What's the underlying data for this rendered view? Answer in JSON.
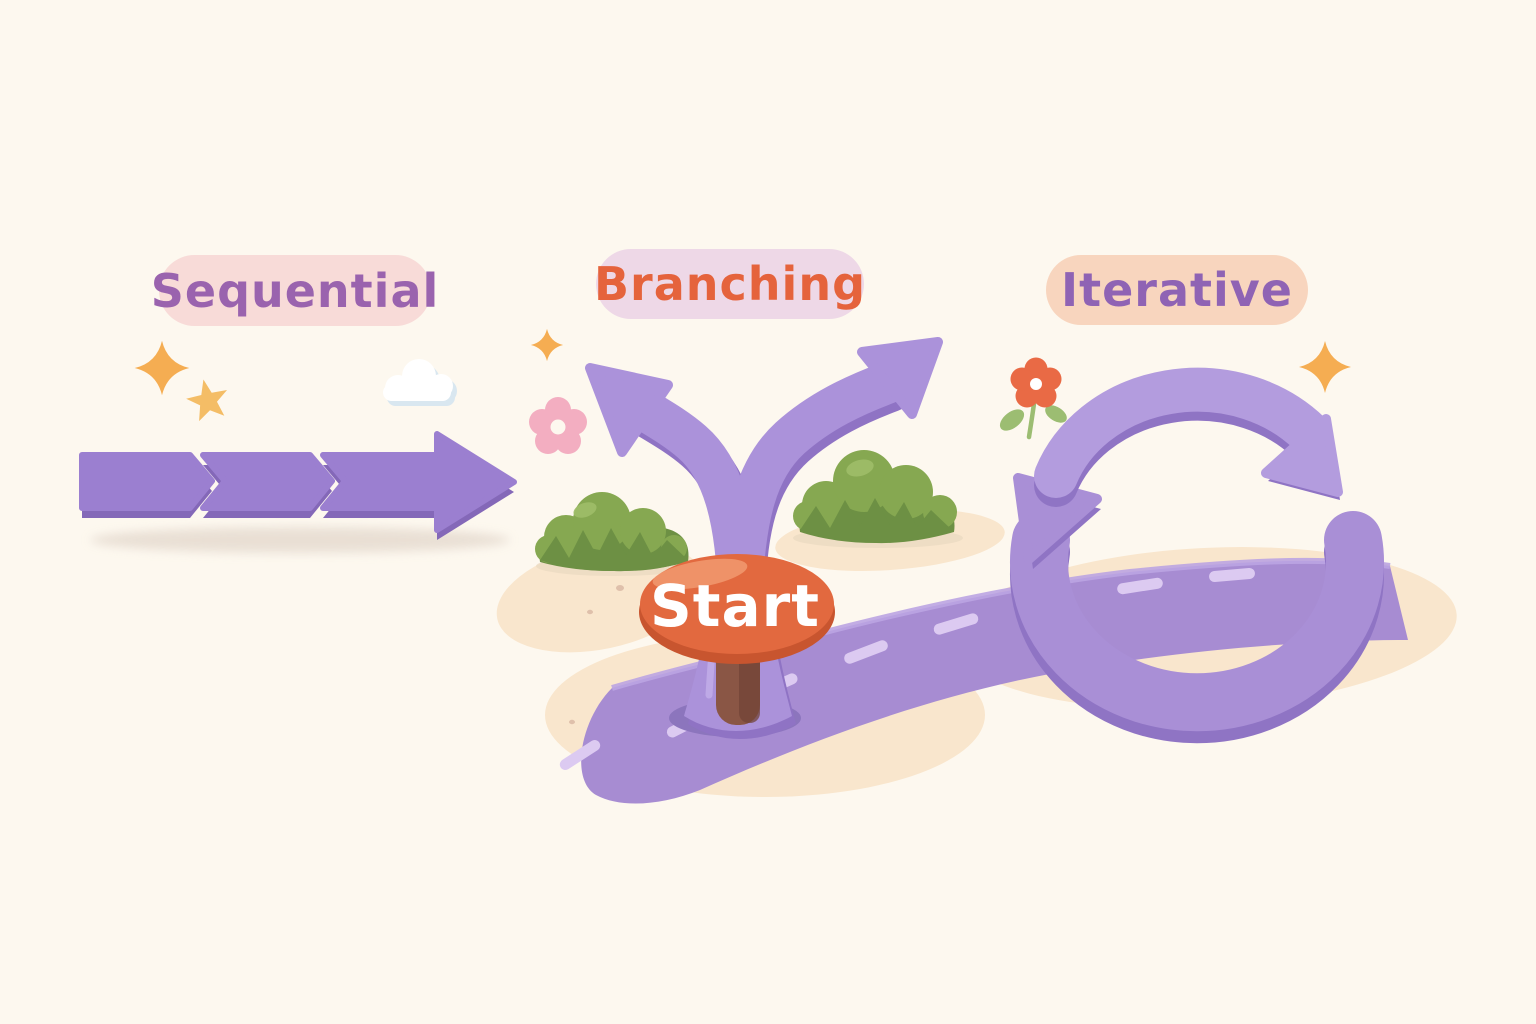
{
  "scene": {
    "title_labels": {
      "sequential": {
        "text": "Sequential",
        "pill_color": "#f8dbd8",
        "text_color": "#9a63ae"
      },
      "branching": {
        "text": "Branching",
        "pill_color": "#eed8e7",
        "text_color": "#e5633c"
      },
      "iterative": {
        "text": "Iterative",
        "pill_color": "#f8d5be",
        "text_color": "#8f63b4"
      }
    },
    "start_sign": {
      "text": "Start",
      "text_color": "#ffffff",
      "sign_color": "#e2693f",
      "sign_rim_color": "#c8552f",
      "sign_highlight": "#f19a70",
      "post_color": "#8a5645",
      "post_shade": "#714437"
    },
    "palette": {
      "background": "#fdf8ef",
      "sequential_arrow": "#9b7fd0",
      "sequential_arrow_edge": "#8468b8",
      "branch_path": "#ab92da",
      "branch_path_edge": "#8f73c4",
      "branch_path_highlight": "#c3afe8",
      "loop_top_arc": "#b39cde",
      "loop_bottom_band": "#a98fd6",
      "loop_edge": "#8f74c4",
      "road": "#a78cd2",
      "road_edge_highlight": "#bba4e2",
      "road_dash": "#dccaf1",
      "road_hole": "#8c75bd",
      "bush_light": "#86a851",
      "bush_dark": "#6d9044",
      "bush_highlight": "#9fbd68",
      "sand": "#f9e6cd",
      "pebble": "#dfc0ab",
      "shadow": "#e7ddd2",
      "sparkle_gold": "#f5ad52",
      "star_gold": "#f4bd66",
      "cloud_white": "#ffffff",
      "cloud_shade": "#d9e7f0",
      "pink_flower": "#f3aec1",
      "orange_flower": "#e96a45",
      "leaf_green": "#9cbd72"
    },
    "decor_icon_names": [
      "sparkle-icon",
      "star-icon",
      "cloud-icon",
      "pink-flower-icon",
      "orange-flower-icon",
      "bush-icon",
      "pebbles"
    ]
  }
}
